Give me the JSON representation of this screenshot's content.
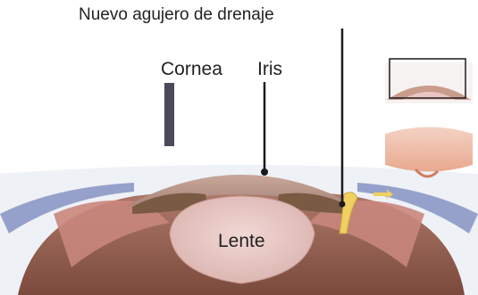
{
  "labels": {
    "drainage_hole": "Nuevo agujero de drenaje",
    "cornea": "Cornea",
    "iris": "Iris",
    "lens": "Lente"
  },
  "colors": {
    "cornea_fill": "#b8938a",
    "iris_fill": "#7a5a42",
    "lens_fill": "#e8c9c6",
    "vitreous": "#8a5a4a",
    "sclera": "#eaeef4",
    "drain_marker": "#f0d060",
    "leader_line": "#1a1a1a"
  }
}
